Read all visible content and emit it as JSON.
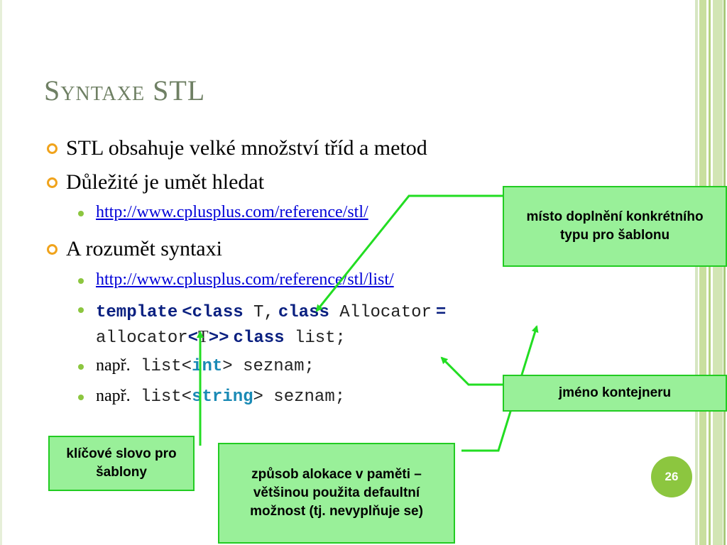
{
  "slide": {
    "title": "Syntaxe STL",
    "page_number": "26",
    "bullets": [
      {
        "text": "STL obsahuje velké množství tříd a metod"
      },
      {
        "text": "Důležité je umět hledat"
      },
      {
        "link": "http://www.cplusplus.com/reference/stl/"
      },
      {
        "text": "A rozumět syntaxi"
      },
      {
        "link": "http://www.cplusplus.com/reference/stl/list/"
      }
    ],
    "code": {
      "line1": {
        "kw_template": "template",
        "lt_class": "<class",
        "t": " T,",
        "kw_class": "class",
        "allocator": " Allocator",
        "eq": "="
      },
      "line2": {
        "allocator": "allocator",
        "lt": "<",
        "t": "T",
        "gtgt": ">>",
        "kw_class": "class",
        "list": " list;"
      },
      "example1": {
        "prefix": "např.",
        "list": " list<",
        "type": "int",
        "rest": "> seznam;"
      },
      "example2": {
        "prefix": "např.",
        "list": " list<",
        "type": "string",
        "rest": "> seznam;"
      }
    },
    "callouts": {
      "type_placeholder": "místo doplnění konkrétního typu pro šablonu",
      "container_name": "jméno kontejneru",
      "template_keyword": "klíčové slovo pro šablony",
      "allocation": "způsob alokace v paměti – většinou použita defaultní možnost (tj. nevyplňuje se)"
    },
    "colors": {
      "title": "#6f8064",
      "bullet_marker": "#f0a31c",
      "sub_bullet": "#8cc63f",
      "callout_fill": "#99f099",
      "callout_border": "#22cc22",
      "arrow": "#22dd22",
      "link": "#0000d8"
    }
  }
}
